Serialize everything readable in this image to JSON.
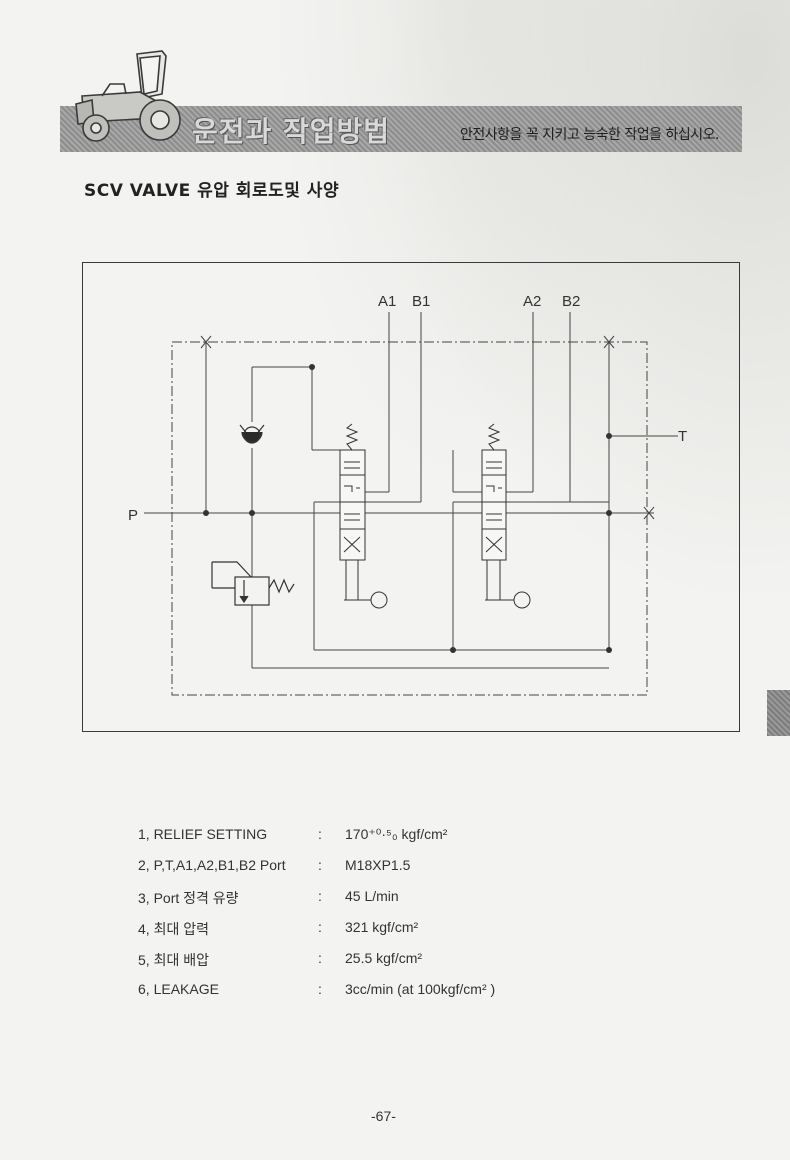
{
  "header": {
    "title": "운전과 작업방법",
    "subtitle": "안전사항을 꼭 지키고 능숙한 작업을 하십시오."
  },
  "section": {
    "title": "SCV VALVE 유압 회로도및 사양"
  },
  "diagram": {
    "port_labels": {
      "a1": "A1",
      "b1": "B1",
      "a2": "A2",
      "b2": "B2",
      "p": "P",
      "t": "T"
    }
  },
  "specs": [
    {
      "label": "1, RELIEF SETTING",
      "value": "170⁺⁰·⁵₀  kgf/cm²"
    },
    {
      "label": "2, P,T,A1,A2,B1,B2   Port",
      "value": "M18XP1.5"
    },
    {
      "label": "3, Port 정격 유량",
      "value": "45 L/min"
    },
    {
      "label": "4, 최대 압력",
      "value": "321 kgf/cm²"
    },
    {
      "label": "5, 최대 배압",
      "value": "25.5 kgf/cm²"
    },
    {
      "label": "6, LEAKAGE",
      "value": "3cc/min (at 100kgf/cm²  )"
    }
  ],
  "spec_separator": ":",
  "page_number": "-67-",
  "icons": [
    "tractor-icon",
    "check-valve-icon",
    "relief-valve-icon",
    "spring-icon"
  ]
}
